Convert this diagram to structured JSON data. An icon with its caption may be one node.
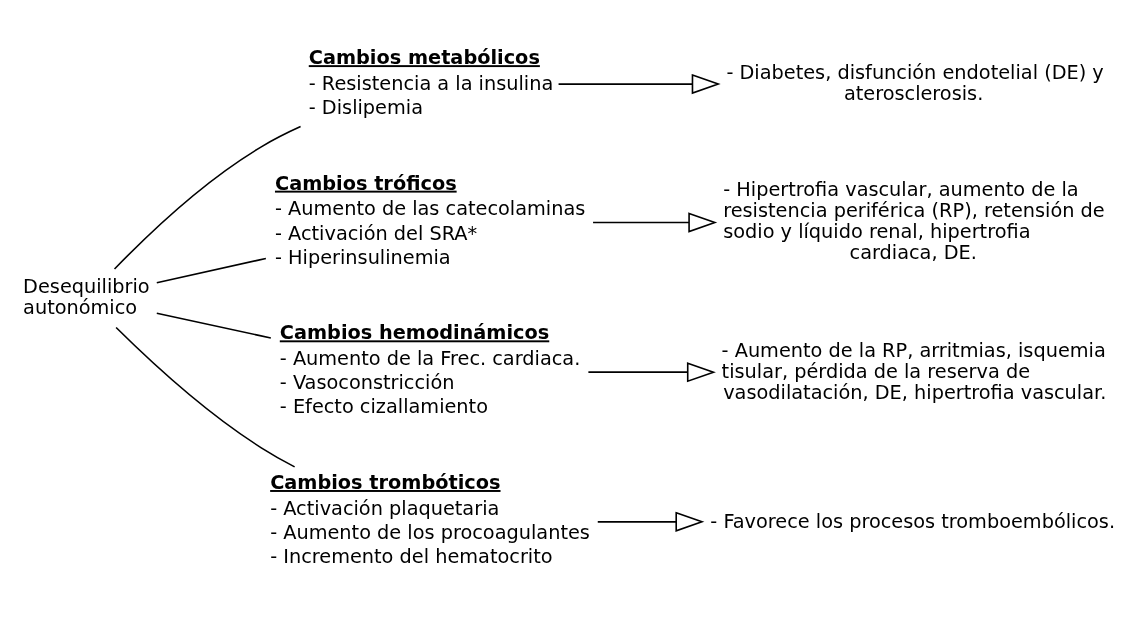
{
  "diagram": {
    "nodes": [
      {
        "text": [
          "Desequilibrio autonómico"
        ]
      },
      {
        "text": [
          "Cambios metabólicos",
          "- Resistencia a la insulina",
          "- Dislipemia"
        ]
      },
      {
        "text": [
          "- Diabetes, disfunción endotelial (DE) y aterosclerosis."
        ]
      },
      {
        "text": [
          "Cambios tróficos",
          "- Aumento de las catecolaminas",
          "- Activación del SRA*",
          "- Hiperinsulinemia"
        ]
      },
      {
        "text": [
          "- Hipertrofia vascular, aumento de la resistencia periférica (RP), retensión de sodio y líquido renal, hipertrofia cardiaca, DE."
        ]
      },
      {
        "text": [
          "Cambios hemodinámicos",
          "- Aumento de la Frec. cardiaca.",
          "- Vasoconstricción",
          "- Efecto cizallamiento"
        ]
      },
      {
        "text": [
          "- Aumento de la RP, arritmias, isquemia tisular, pérdida de la reserva de vasodilatación, DE, hipertrofia vascular."
        ]
      },
      {
        "text": [
          "Cambios trombóticos",
          "- Activación plaquetaria",
          "- Aumento de los procoagulantes",
          "- Incremento del hematocrito"
        ]
      },
      {
        "text": [
          "- Favorece los procesos tromboembólicos."
        ]
      }
    ],
    "edges": [
      {
        "from": 0,
        "to": 1,
        "arrow": "none"
      },
      {
        "from": 0,
        "to": 3,
        "arrow": "none"
      },
      {
        "from": 0,
        "to": 5,
        "arrow": "none"
      },
      {
        "from": 0,
        "to": 7,
        "arrow": "none"
      },
      {
        "from": 1,
        "to": 2,
        "arrow": "to"
      },
      {
        "from": 3,
        "to": 4,
        "arrow": "to"
      },
      {
        "from": 5,
        "to": 6,
        "arrow": "to"
      },
      {
        "from": 7,
        "to": 8,
        "arrow": "to"
      }
    ]
  }
}
